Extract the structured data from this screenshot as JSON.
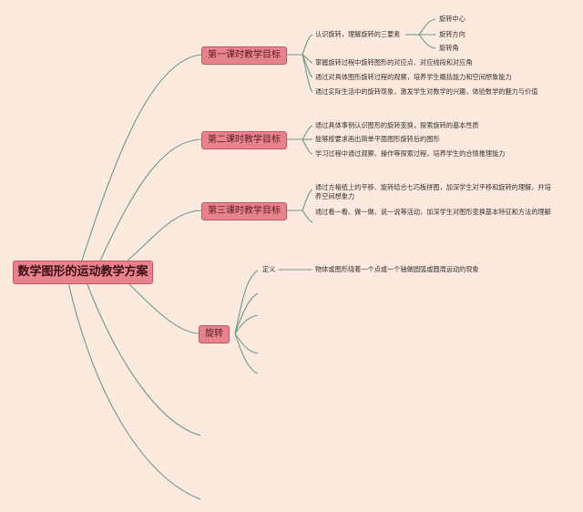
{
  "colors": {
    "background": "#fde9dd",
    "node": "#e8828c",
    "node_border": "#c85562",
    "line": "#6a9a86"
  },
  "root": {
    "label": "数学图形的运动教学方案"
  },
  "branches": {
    "lesson1": {
      "label": "第一课时教学目标",
      "item1": "认识旋转，理解旋转的三要素",
      "sub": [
        "旋转中心",
        "旋转方向",
        "旋转角"
      ],
      "item2": "掌握旋转过程中旋转图形的对应点、对应线段和对应角",
      "item3": "通过对具体图形旋转过程的观察，培养学生概括能力和空间想象能力",
      "item4": "通过实际生活中的旋转现象，激发学生对数学的兴趣，体验数学的魅力与价值"
    },
    "lesson2": {
      "label": "第二课时教学目标",
      "item1": "通过具体事例认识图形的旋转变换，探索旋转的基本性质",
      "item2": "能够按要求画出简单平面图形旋转后的图形",
      "item3": "学习过程中通过观察、操作等探索过程，培养学生的合情推理能力"
    },
    "lesson3": {
      "label": "第三课时教学目标",
      "item1": "通过方格纸上的平移、旋转结合七巧板拼图，加深学生对平移和旋转的理解，并培养空间想象力",
      "item2": "通过看一看、做一做、说一说等活动，加深学生对图形变换基本特征和方法的理解"
    },
    "rotation": {
      "label": "旋转",
      "def_label": "定义",
      "def_text": "物体或图形绕着一个点或一个轴做圆弧或圆周运动的现象"
    }
  }
}
